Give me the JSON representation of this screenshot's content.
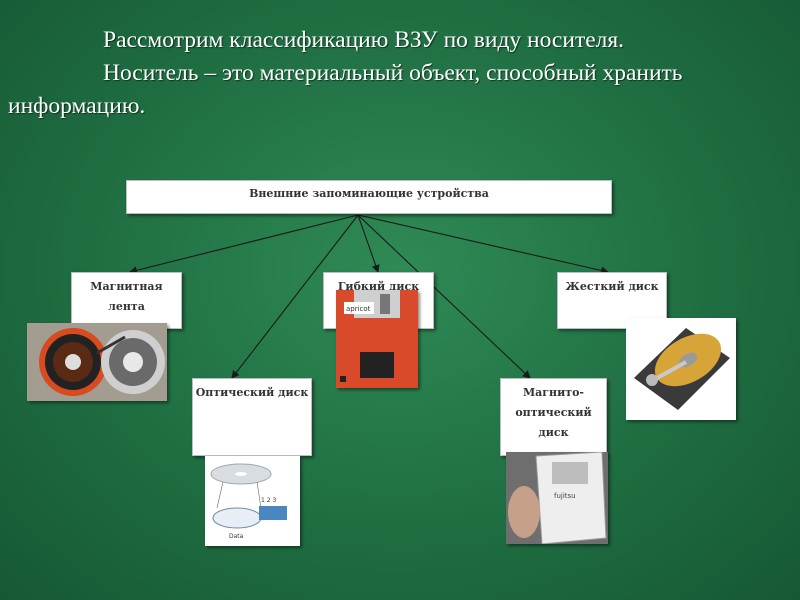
{
  "intro": {
    "line1": "Рассмотрим классификацию ВЗУ по виду носителя.",
    "line2": "Носитель – это материальный объект, способный хранить информацию."
  },
  "diagram": {
    "root": "Внешние запоминающие устройства",
    "nodes": {
      "magnetic_tape": "Магнитная лента",
      "floppy_disk": "Гибкий диск",
      "hard_disk": "Жесткий диск",
      "optical_disk": "Оптический диск",
      "magneto_optical_disk": "Магнито-оптический диск"
    },
    "image_labels": {
      "floppy_brand": "apricot",
      "mo_brand": "fujitsu",
      "optical_numbers": "1  2  3",
      "optical_caption": "Data"
    }
  },
  "colors": {
    "background": "#1f6e42",
    "box": "#ffffff",
    "connector": "#1a1a1a",
    "floppy": "#d94a2a"
  }
}
